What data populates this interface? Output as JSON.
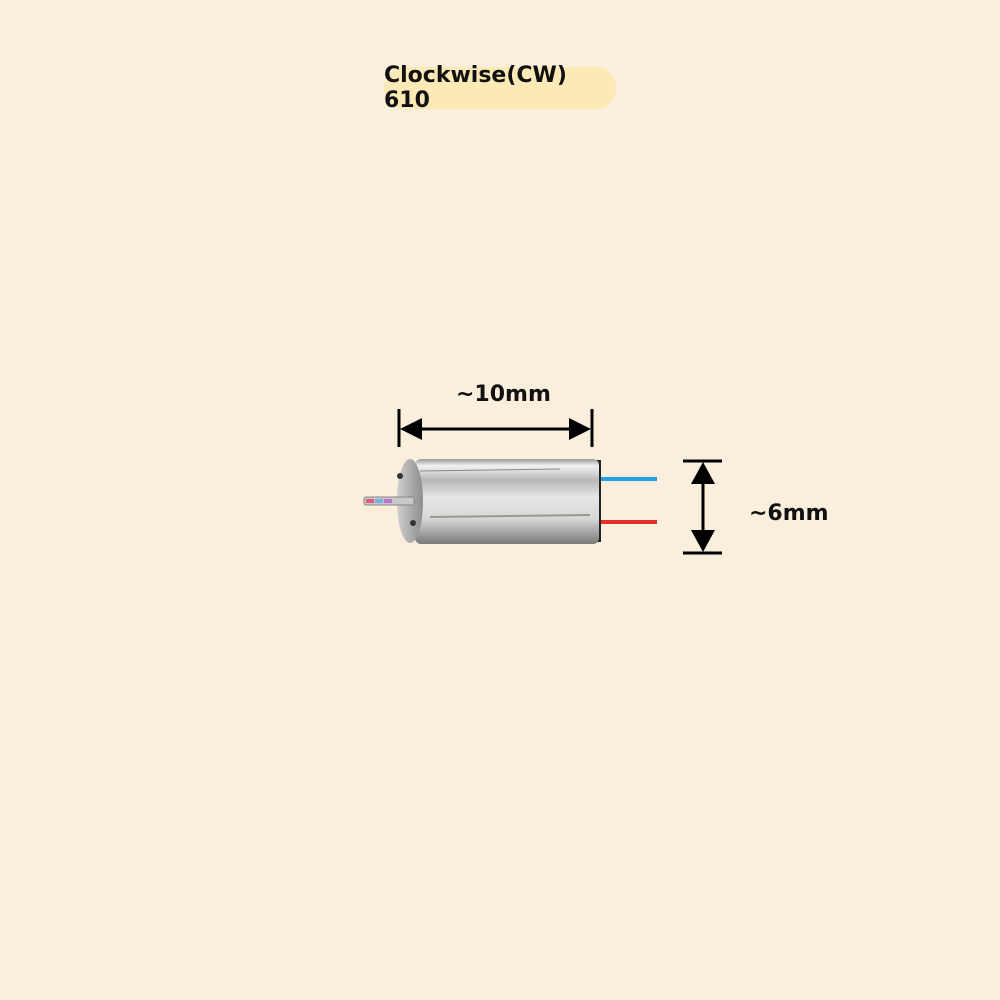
{
  "title": "Clockwise(CW) 610",
  "dimensions": {
    "length_label": "~10mm",
    "diameter_label": "~6mm"
  },
  "motor": {
    "wires": [
      {
        "name": "blue-wire",
        "color": "#2a9fe0"
      },
      {
        "name": "red-wire",
        "color": "#e2312c"
      }
    ]
  },
  "colors": {
    "background": "#faefdc",
    "pill": "#fbeab5",
    "dimension_lines": "#000000"
  }
}
